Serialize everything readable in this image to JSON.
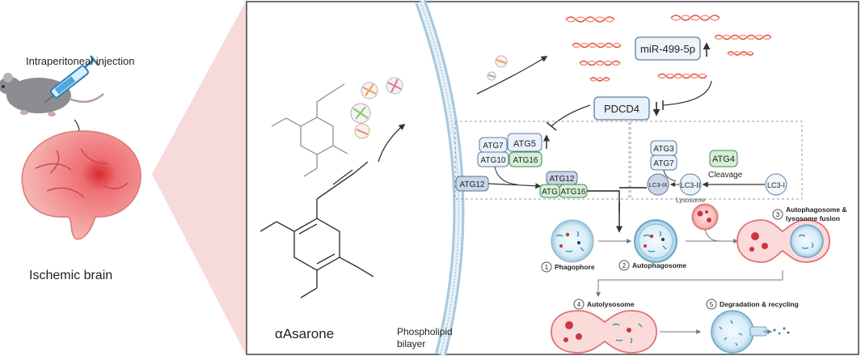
{
  "left": {
    "injection_label": "Intraperitoneal injection",
    "brain_label": "Ischemic brain"
  },
  "compound_label": "αAsarone",
  "membrane_label_line1": "Phospholipid",
  "membrane_label_line2": "bilayer",
  "mirna_label": "miR-499-5p",
  "pdcd4_label": "PDCD4",
  "atg": {
    "atg7_left": "ATG7",
    "atg10": "ATG10",
    "atg5": "ATG5",
    "atg16_left": "ATG16",
    "atg12_left": "ATG12",
    "complex_atg12": "ATG12",
    "complex_atg": "ATG",
    "complex_atg16": "ATG16",
    "atg3": "ATG3",
    "atg7_right": "ATG7",
    "atg4": "ATG4",
    "cleavage": "Cleavage",
    "lc3_iii": "LC3-III",
    "lc3_ii": "LC3-II",
    "lc3_i": "LC3-I",
    "lysosome": "Lysosome"
  },
  "stages": [
    {
      "num": "1",
      "label": "Phagophore"
    },
    {
      "num": "2",
      "label": "Autophagosome"
    },
    {
      "num": "3",
      "label_line1": "Autophagosome &",
      "label_line2": "lysosome fusion"
    },
    {
      "num": "4",
      "label": "Autolysosome"
    },
    {
      "num": "5",
      "label": "Degradation & recycling"
    }
  ],
  "colors": {
    "atg_blue_fill": "#e9f2fa",
    "atg_blue_stroke": "#5b7ea0",
    "atg_dark_fill": "#c9d5e8",
    "atg_green_fill": "#d6efd6",
    "atg_green_stroke": "#3f8f4a",
    "dna_red": "#e24b3b",
    "lysosome_red": "#e66b6b",
    "vesicle_blue": "#bcd9ea",
    "triangle_pink": "#f6d3d3"
  }
}
